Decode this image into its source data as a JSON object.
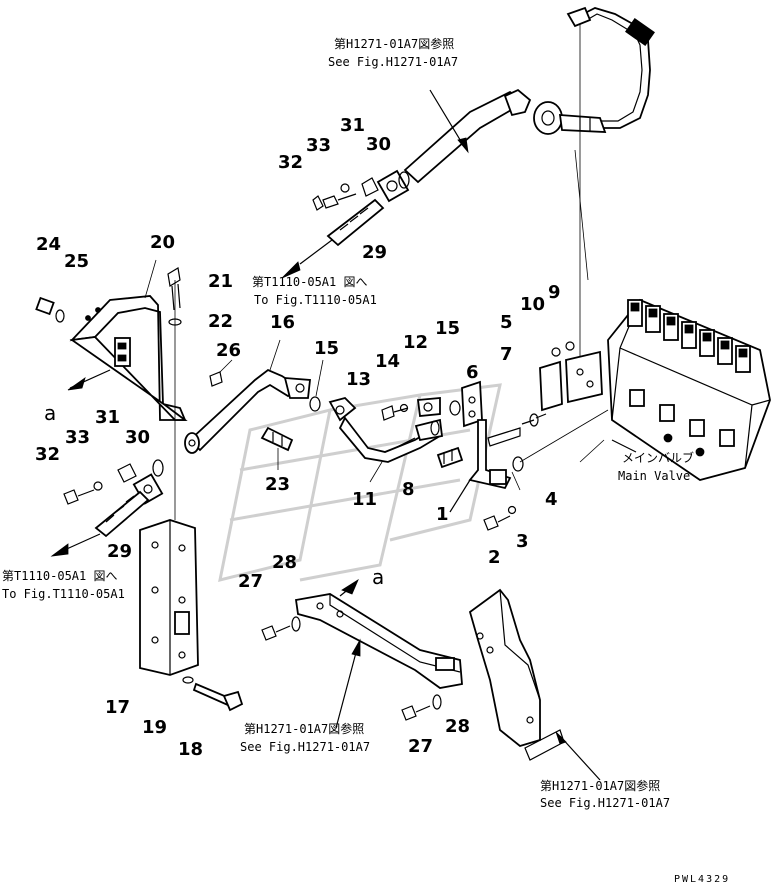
{
  "part_numbers": [
    {
      "id": "p1",
      "text": "1"
    },
    {
      "id": "p2",
      "text": "2"
    },
    {
      "id": "p3",
      "text": "3"
    },
    {
      "id": "p4",
      "text": "4"
    },
    {
      "id": "p5",
      "text": "5"
    },
    {
      "id": "p6",
      "text": "6"
    },
    {
      "id": "p7",
      "text": "7"
    },
    {
      "id": "p8",
      "text": "8"
    },
    {
      "id": "p9",
      "text": "9"
    },
    {
      "id": "p10",
      "text": "10"
    },
    {
      "id": "p11",
      "text": "11"
    },
    {
      "id": "p12",
      "text": "12"
    },
    {
      "id": "p13",
      "text": "13"
    },
    {
      "id": "p14",
      "text": "14"
    },
    {
      "id": "p15a",
      "text": "15"
    },
    {
      "id": "p15b",
      "text": "15"
    },
    {
      "id": "p16",
      "text": "16"
    },
    {
      "id": "p17",
      "text": "17"
    },
    {
      "id": "p18",
      "text": "18"
    },
    {
      "id": "p19",
      "text": "19"
    },
    {
      "id": "p20",
      "text": "20"
    },
    {
      "id": "p21",
      "text": "21"
    },
    {
      "id": "p22",
      "text": "22"
    },
    {
      "id": "p23",
      "text": "23"
    },
    {
      "id": "p24",
      "text": "24"
    },
    {
      "id": "p25",
      "text": "25"
    },
    {
      "id": "p26",
      "text": "26"
    },
    {
      "id": "p27a",
      "text": "27"
    },
    {
      "id": "p27b",
      "text": "27"
    },
    {
      "id": "p28a",
      "text": "28"
    },
    {
      "id": "p28b",
      "text": "28"
    },
    {
      "id": "p29a",
      "text": "29"
    },
    {
      "id": "p29b",
      "text": "29"
    },
    {
      "id": "p30a",
      "text": "30"
    },
    {
      "id": "p30b",
      "text": "30"
    },
    {
      "id": "p31a",
      "text": "31"
    },
    {
      "id": "p31b",
      "text": "31"
    },
    {
      "id": "p32a",
      "text": "32"
    },
    {
      "id": "p32b",
      "text": "32"
    },
    {
      "id": "p33a",
      "text": "33"
    },
    {
      "id": "p33b",
      "text": "33"
    }
  ],
  "references": {
    "top_jp": "第H1271-01A7図参照",
    "top_en": "See Fig.H1271-01A7",
    "mid_jp": "第T1110-05A1 図へ",
    "mid_en": "To Fig.T1110-05A1",
    "left_jp": "第T1110-05A1 図へ",
    "left_en": "To Fig.T1110-05A1",
    "bottom_mid_jp": "第H1271-01A7図参照",
    "bottom_mid_en": "See Fig.H1271-01A7",
    "bottom_right_jp": "第H1271-01A7図参照",
    "bottom_right_en": "See Fig.H1271-01A7"
  },
  "labels": {
    "main_valve_jp": "メインバルブ",
    "main_valve_en": "Main Valve",
    "view_a1": "a",
    "view_a2": "a"
  },
  "footer": {
    "drawing_code": "PWL4329"
  }
}
